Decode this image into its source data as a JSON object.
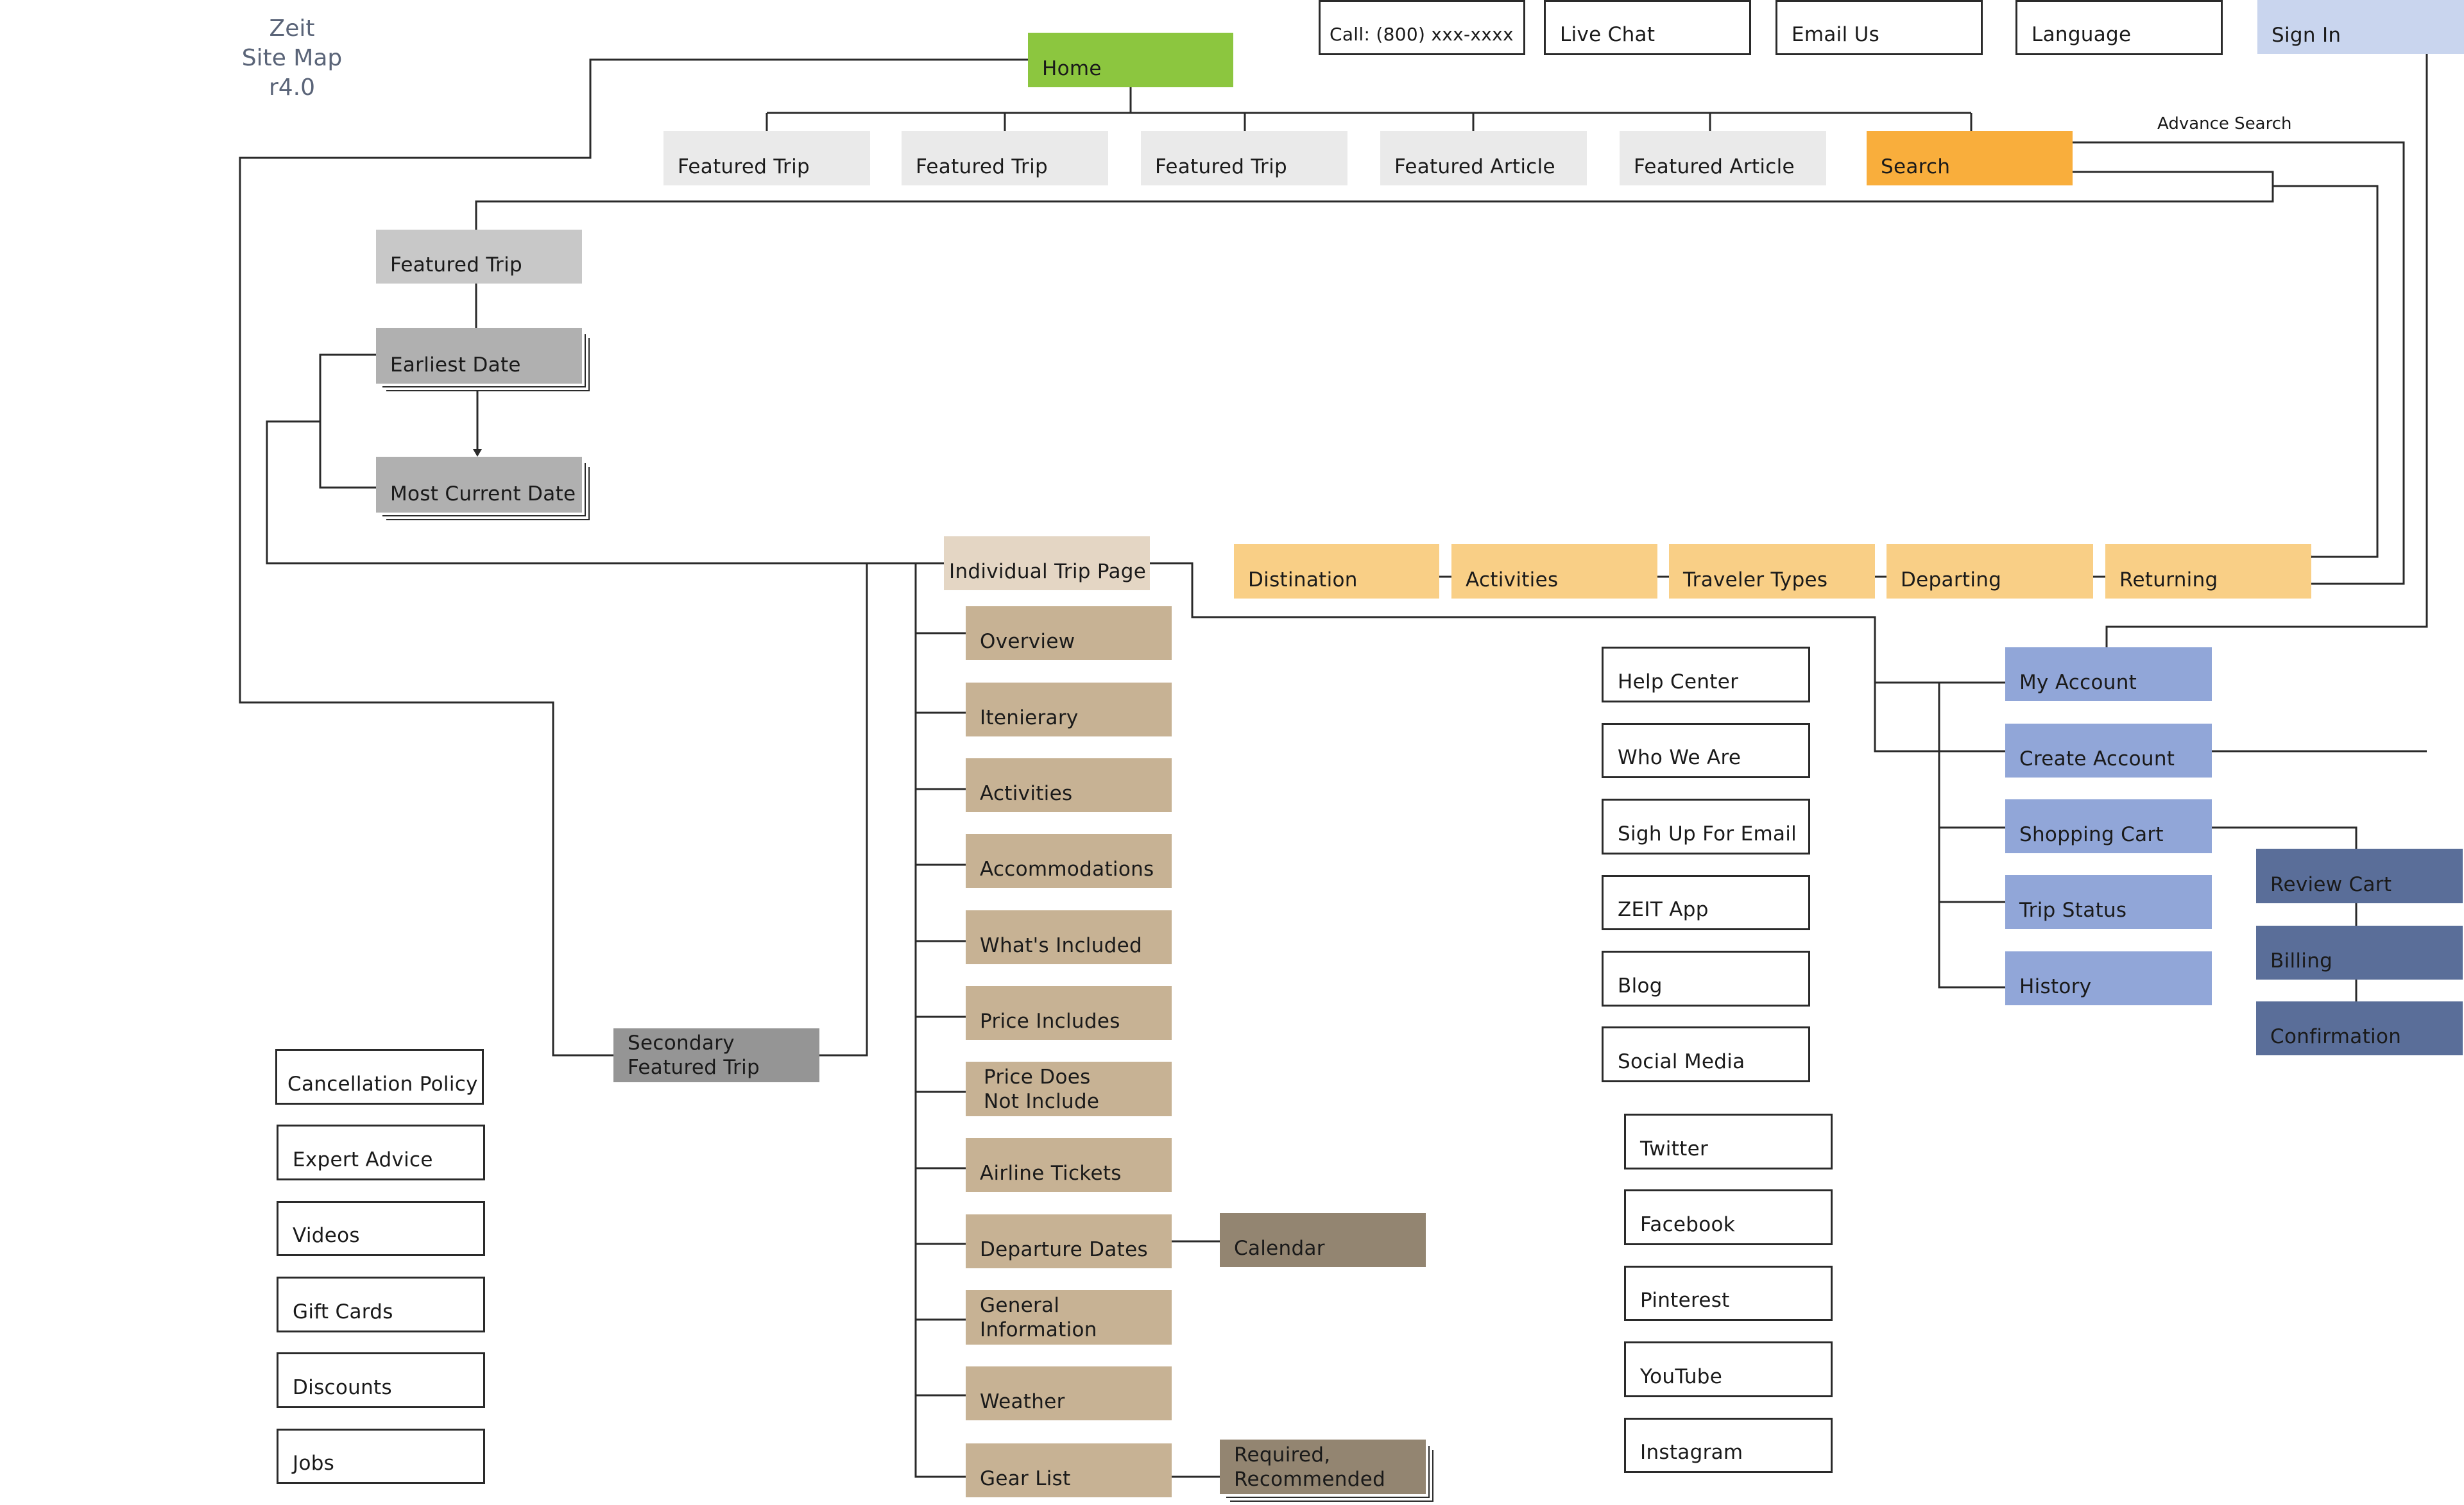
{
  "title": {
    "line1": "Zeit",
    "line2": "Site Map",
    "line3": "r4.0"
  },
  "utility": {
    "call": "Call: (800) xxx-xxxx",
    "live_chat": "Live Chat",
    "email": "Email Us",
    "language": "Language",
    "sign_in": "Sign In"
  },
  "home": "Home",
  "featured": {
    "trip1": "Featured Trip",
    "trip2": "Featured Trip",
    "trip3": "Featured Trip",
    "article1": "Featured Article",
    "article2": "Featured Article"
  },
  "search": {
    "label": "Search",
    "advance": "Advance Search"
  },
  "search_fields": [
    "Distination",
    "Activities",
    "Traveler Types",
    "Departing",
    "Returning"
  ],
  "featured_trip": {
    "label": "Featured Trip",
    "earliest": "Earliest Date",
    "current": "Most Current Date"
  },
  "secondary": {
    "line1": "Secondary",
    "line2": "Featured Trip"
  },
  "trip_page": {
    "label": "Individual Trip Page",
    "items": [
      "Overview",
      "Itenierary",
      "Activities",
      "Accommodations",
      "What's Included",
      "Price Includes"
    ],
    "price_not": {
      "line1": "Price Does",
      "line2": "Not Include"
    },
    "airline": "Airline Tickets",
    "departure": "Departure Dates",
    "calendar": "Calendar",
    "general": {
      "line1": "General",
      "line2": "Information"
    },
    "weather": "Weather",
    "gear": "Gear List",
    "gear_sub": {
      "line1": "Required,",
      "line2": "Recommended"
    }
  },
  "info_links": [
    "Help Center",
    "Who We Are",
    "Sigh Up For Email",
    "ZEIT App",
    "Blog",
    "Social Media"
  ],
  "social_links": [
    "Twitter",
    "Facebook",
    "Pinterest",
    "YouTube",
    "Instagram"
  ],
  "footer_links": [
    "Cancellation Policy",
    "Expert Advice",
    "Videos",
    "Gift Cards",
    "Discounts",
    "Jobs"
  ],
  "account": {
    "my_account": "My Account",
    "create": "Create Account",
    "cart": "Shopping Cart",
    "status": "Trip Status",
    "history": "History"
  },
  "checkout": {
    "review": "Review Cart",
    "billing": "Billing",
    "confirmation": "Confirmation"
  }
}
